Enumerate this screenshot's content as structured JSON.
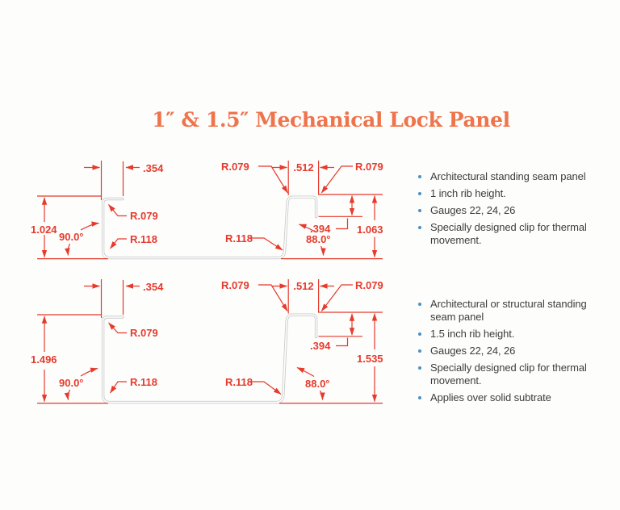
{
  "title": "1″ & 1.5″ Mechanical Lock Panel",
  "colors": {
    "dimension_red": "#e63a2c",
    "title_orange": "#ef734b",
    "bullet_blue": "#4a90c4",
    "body_text": "#3d3d3d",
    "profile_gray": "#cbcbcb"
  },
  "drawing_1in": {
    "flange_width": ".354",
    "female_top_radius": "R.079",
    "panel_height": "1.024",
    "female_angle": "90.0°",
    "female_bottom_radius": "R.118",
    "male_top_left_radius": "R.079",
    "seam_width": ".512",
    "male_top_right_radius": "R.079",
    "male_bottom_radius": "R.118",
    "lock_leg_depth": ".394",
    "seam_height": "1.063",
    "male_angle": "88.0°"
  },
  "drawing_15in": {
    "flange_width": ".354",
    "female_top_radius": "R.079",
    "panel_height": "1.496",
    "female_angle": "90.0°",
    "female_bottom_radius": "R.118",
    "male_top_left_radius": "R.079",
    "seam_width": ".512",
    "male_top_right_radius": "R.079",
    "male_bottom_radius": "R.118",
    "lock_leg_depth": ".394",
    "seam_height": "1.535",
    "male_angle": "88.0°"
  },
  "features_1in": [
    "Architectural standing seam panel",
    "1 inch rib height.",
    "Gauges 22, 24, 26",
    "Specially designed clip for thermal movement."
  ],
  "features_15in": [
    "Architectural or structural standing seam panel",
    "1.5 inch rib height.",
    "Gauges 22, 24, 26",
    "Specially designed clip for thermal movement.",
    "Applies over solid subtrate"
  ]
}
